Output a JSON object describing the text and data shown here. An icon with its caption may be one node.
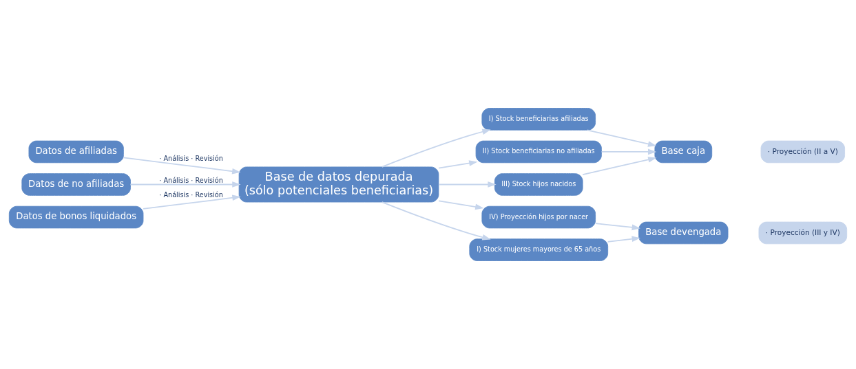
{
  "diagram": {
    "nodes": [
      {
        "text": [
          "Datos de afiliadas"
        ]
      },
      {
        "text": [
          "Datos de no afiliadas"
        ]
      },
      {
        "text": [
          "Datos de bonos liquidados"
        ]
      },
      {
        "text": [
          "Base de datos depurada",
          "(sólo potenciales beneficiarias)"
        ]
      },
      {
        "text": [
          "I) Stock beneficiarias afiliadas"
        ]
      },
      {
        "text": [
          "II) Stock beneficiarias no afiliadas"
        ]
      },
      {
        "text": [
          "III) Stock hijos nacidos"
        ]
      },
      {
        "text": [
          "IV) Proyección hijos por nacer"
        ]
      },
      {
        "text": [
          "I) Stock mujeres mayores de 65 años"
        ]
      },
      {
        "text": [
          "Base caja"
        ]
      },
      {
        "text": [
          "Base devengada"
        ]
      },
      {
        "text": [
          "· Proyección (II a V)"
        ]
      },
      {
        "text": [
          "· Proyección (III y IV)"
        ]
      }
    ],
    "edges": [
      {
        "from": 0,
        "to": 3,
        "arrow": "to",
        "label": "· Análisis · Revisión"
      },
      {
        "from": 1,
        "to": 3,
        "arrow": "to",
        "label": "· Análisis · Revisión"
      },
      {
        "from": 2,
        "to": 3,
        "arrow": "to",
        "label": "· Análisis · Revisión"
      },
      {
        "from": 3,
        "to": 4,
        "arrow": "to"
      },
      {
        "from": 3,
        "to": 5,
        "arrow": "to"
      },
      {
        "from": 3,
        "to": 6,
        "arrow": "to"
      },
      {
        "from": 3,
        "to": 7,
        "arrow": "to"
      },
      {
        "from": 3,
        "to": 8,
        "arrow": "to"
      },
      {
        "from": 4,
        "to": 9,
        "arrow": "to"
      },
      {
        "from": 5,
        "to": 9,
        "arrow": "to"
      },
      {
        "from": 6,
        "to": 9,
        "arrow": "to"
      },
      {
        "from": 7,
        "to": 10,
        "arrow": "to"
      },
      {
        "from": 8,
        "to": 10,
        "arrow": "to"
      }
    ]
  }
}
